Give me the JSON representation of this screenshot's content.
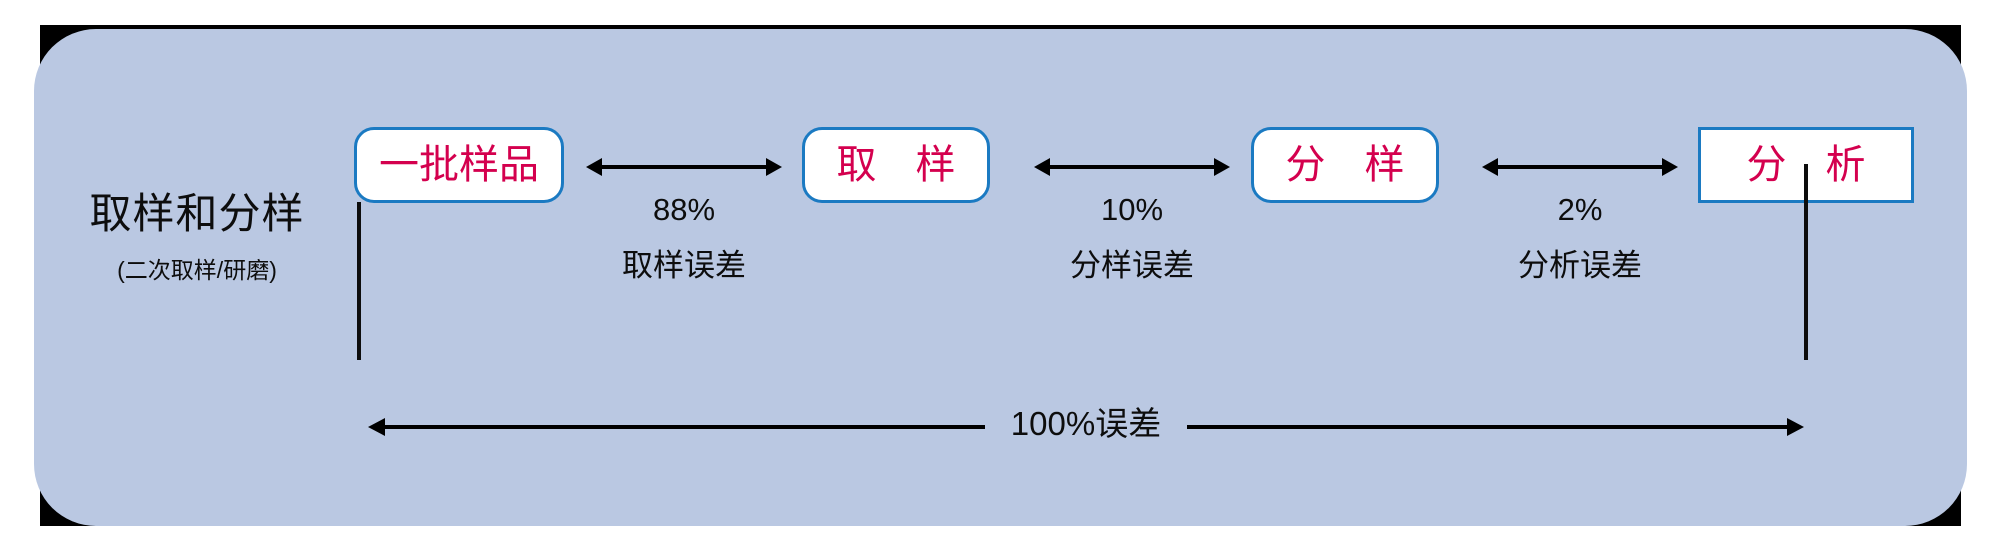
{
  "diagram": {
    "title": "取样和分样",
    "subtitle": "(二次取样/研磨)",
    "panel_color": "#bac8e2",
    "node_border_color": "#1b7ac2",
    "node_text_color": "#d4004e",
    "line_color": "#0d0d0d",
    "nodes": [
      {
        "id": "batch",
        "label": "一批样品"
      },
      {
        "id": "sampling",
        "label": "取 样"
      },
      {
        "id": "divide",
        "label": "分 样"
      },
      {
        "id": "analysis",
        "label": "分 析"
      }
    ],
    "gaps": [
      {
        "percent": "88%",
        "error_label": "取样误差"
      },
      {
        "percent": "10%",
        "error_label": "分样误差"
      },
      {
        "percent": "2%",
        "error_label": "分析误差"
      }
    ],
    "total": {
      "label": "100%误差"
    }
  }
}
